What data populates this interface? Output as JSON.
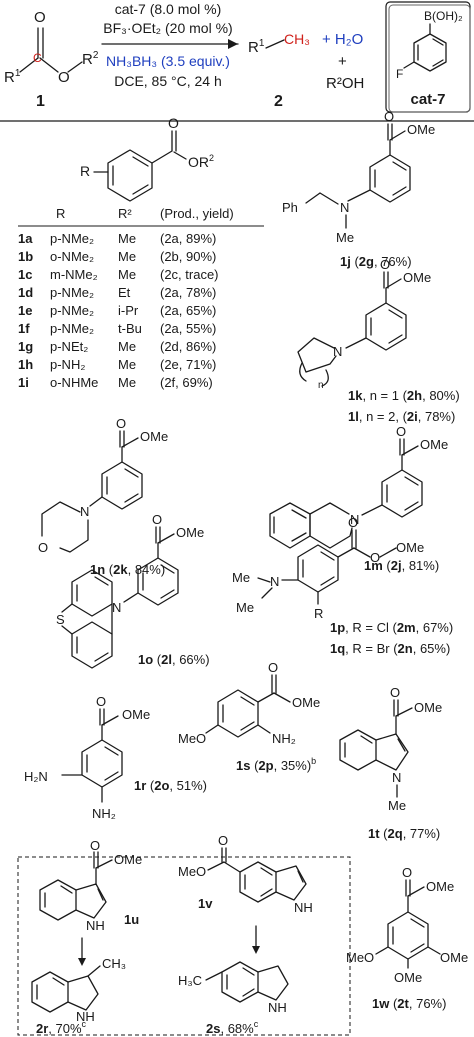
{
  "scheme": {
    "reactant_number": "1",
    "product_number": "2",
    "cond1": "cat-7 (8.0 mol %)",
    "cond2": "BF₃·OEt₂ (20 mol %)",
    "cond3": "NH₃BH₃ (3.5 equiv.)",
    "cond4": "DCE, 85 °C, 24 h",
    "byproduct1": "+ H₂O",
    "byproduct_plus": "+",
    "byproduct2": "R²OH",
    "catalyst_label": "cat-7",
    "catalyst_b": "B(OH)₂",
    "catalyst_f": "F"
  },
  "table": {
    "headers": [
      "R",
      "R²",
      "(Prod., yield)"
    ],
    "rows": [
      {
        "entry": "1a",
        "r": "p-NMe₂",
        "r2": "Me",
        "result": "(2a, 89%)"
      },
      {
        "entry": "1b",
        "r": "o-NMe₂",
        "r2": "Me",
        "result": "(2b, 90%)"
      },
      {
        "entry": "1c",
        "r": "m-NMe₂",
        "r2": "Me",
        "result": "(2c, trace)"
      },
      {
        "entry": "1d",
        "r": "p-NMe₂",
        "r2": "Et",
        "result": "(2a, 78%)"
      },
      {
        "entry": "1e",
        "r": "p-NMe₂",
        "r2": "i-Pr",
        "result": "(2a, 65%)"
      },
      {
        "entry": "1f",
        "r": "p-NMe₂",
        "r2": "t-Bu",
        "result": "(2a, 55%)"
      },
      {
        "entry": "1g",
        "r": "p-NEt₂",
        "r2": "Me",
        "result": "(2d, 86%)"
      },
      {
        "entry": "1h",
        "r": "p-NH₂",
        "r2": "Me",
        "result": "(2e, 71%)"
      },
      {
        "entry": "1i",
        "r": "o-NHMe",
        "r2": "Me",
        "result": "(2f, 69%)"
      }
    ]
  },
  "compounds": {
    "1j": "1j (2g, 76%)",
    "1k": "1k, n = 1 (2h, 80%)",
    "1l": "1l, n = 2, (2i, 78%)",
    "1m": "1m (2j, 81%)",
    "1n": "1n (2k, 84%)",
    "1o": "1o (2l, 66%)",
    "1p": "1p, R = Cl (2m, 67%)",
    "1q": "1q, R = Br (2n, 65%)",
    "1r": "1r (2o, 51%)",
    "1s": "1s (2p, 35%)",
    "1s_note": "b",
    "1t": "1t (2q, 77%)",
    "1u": "1u",
    "1v": "1v",
    "2r": "2r, 70%",
    "2r_note": "c",
    "2s": "2s, 68%",
    "2s_note": "c",
    "1w": "1w (2t, 76%)"
  },
  "atoms": {
    "ome": "OMe",
    "o": "O",
    "n": "N",
    "nh": "NH",
    "h": "H",
    "s": "S",
    "me": "Me",
    "ph": "Ph",
    "meo": "MeO",
    "nh2": "NH₂",
    "h2n": "H₂N",
    "ch3": "CH₃",
    "h3c": "H₃C",
    "n_sub": "n",
    "r": "R",
    "or2": "OR²"
  }
}
